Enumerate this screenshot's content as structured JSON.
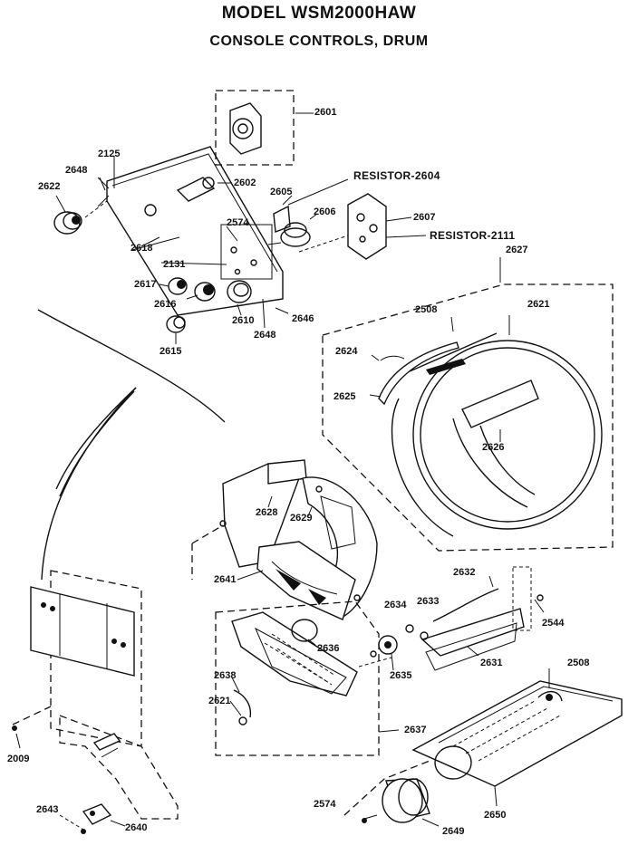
{
  "header": {
    "model_title": "MODEL WSM2000HAW",
    "section_title": "CONSOLE CONTROLS, DRUM"
  },
  "callouts": {
    "p2601": "2601",
    "p2125": "2125",
    "p2648a": "2648",
    "p2602": "2602",
    "p2622": "2622",
    "p2605": "2605",
    "resistor2604": "RESISTOR-2604",
    "p2606": "2606",
    "p2607": "2607",
    "p2574a": "2574",
    "resistor2111": "RESISTOR-2111",
    "p2627": "2627",
    "p2618": "2618",
    "p2131": "2131",
    "p2617": "2617",
    "p2616": "2616",
    "p2610": "2610",
    "p2648b": "2648",
    "p2646": "2646",
    "p2615": "2615",
    "p2508a": "2508",
    "p2621a": "2621",
    "p2624": "2624",
    "p2625": "2625",
    "p2626": "2626",
    "p2628": "2628",
    "p2629": "2629",
    "p2641": "2641",
    "p2632": "2632",
    "p2634": "2634",
    "p2633": "2633",
    "p2544": "2544",
    "p2636": "2636",
    "p2635": "2635",
    "p2631": "2631",
    "p2638": "2638",
    "p2621b": "2621",
    "p2508b": "2508",
    "p2637": "2637",
    "p2009": "2009",
    "p2574b": "2574",
    "p2650": "2650",
    "p2643": "2643",
    "p2640": "2640",
    "p2649": "2649"
  },
  "icons": {
    "screw": "screw-icon",
    "knob": "knob-icon"
  }
}
